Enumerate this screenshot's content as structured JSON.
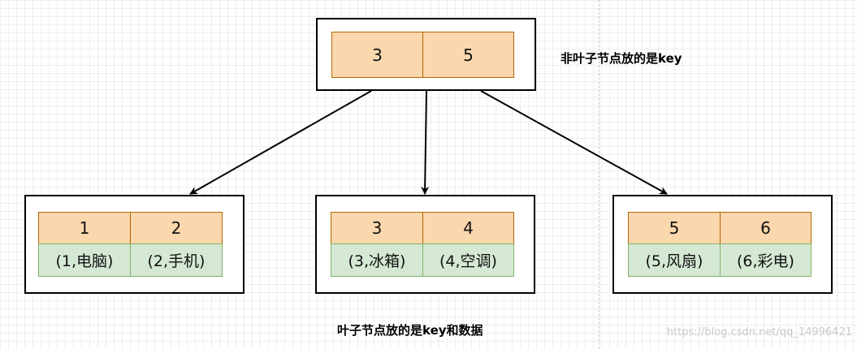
{
  "root": {
    "keys": [
      "3",
      "5"
    ],
    "caption": "非叶子节点放的是key"
  },
  "leaves": [
    {
      "keys": [
        "1",
        "2"
      ],
      "records": [
        "(1,电脑)",
        "(2,手机)"
      ]
    },
    {
      "keys": [
        "3",
        "4"
      ],
      "records": [
        "(3,冰箱)",
        "(4,空调)"
      ]
    },
    {
      "keys": [
        "5",
        "6"
      ],
      "records": [
        "(5,风扇)",
        "(6,彩电)"
      ]
    }
  ],
  "leaf_caption": "叶子节点放的是key和数据",
  "watermark": "https://blog.csdn.net/qq_14996421",
  "colors": {
    "key_fill": "#fad7ac",
    "key_border": "#b46504",
    "data_fill": "#d5e8d4",
    "data_border": "#82b366",
    "edge": "#000000"
  }
}
